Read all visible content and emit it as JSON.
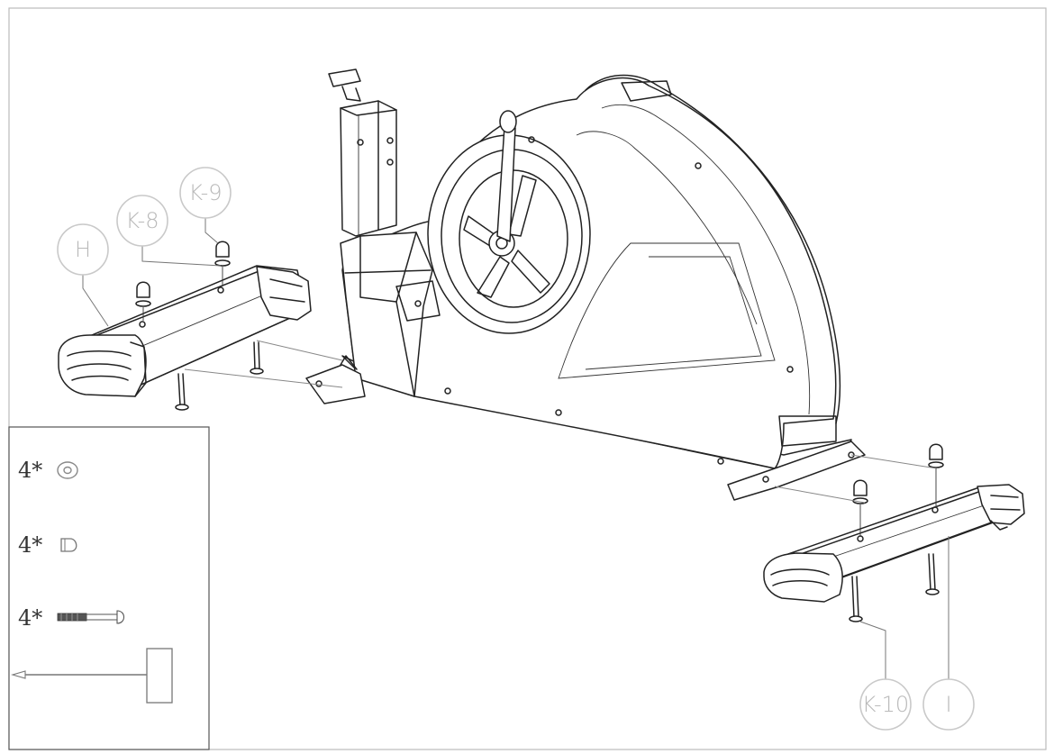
{
  "callouts": {
    "h": "H",
    "k8": "K-8",
    "k9": "K-9",
    "k10": "K-10",
    "i": "I"
  },
  "parts_legend": {
    "washer_qty": "4*",
    "nut_qty": "4*",
    "bolt_qty": "4*",
    "washer_icon": "washer-icon",
    "nut_icon": "cap-nut-icon",
    "bolt_icon": "carriage-bolt-icon",
    "tool_icon": "hammer-tool-icon"
  }
}
